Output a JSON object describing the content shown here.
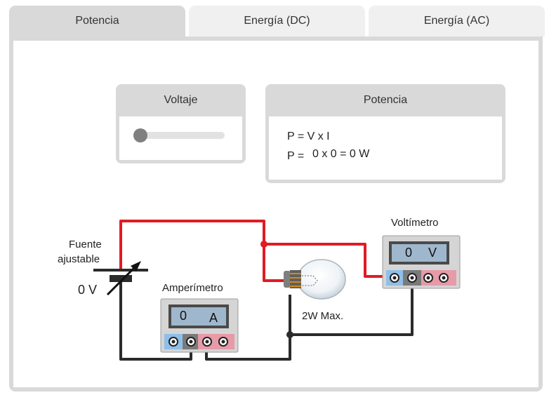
{
  "tabs": [
    {
      "label": "Potencia",
      "active": true
    },
    {
      "label": "Energía (DC)",
      "active": false
    },
    {
      "label": "Energía (AC)",
      "active": false
    }
  ],
  "voltage_card": {
    "title": "Voltaje",
    "slider_value": 0
  },
  "power_card": {
    "title": "Potencia",
    "line1": "P = V x I",
    "line2_prefix": "P =",
    "line2_value": "0 x 0 = 0 W"
  },
  "circuit": {
    "source_label_line1": "Fuente",
    "source_label_line2": "ajustable",
    "source_voltage": "0 V",
    "ammeter_label": "Amperímetro",
    "ammeter_value": "0",
    "ammeter_unit": "A",
    "voltmeter_label": "Voltímetro",
    "voltmeter_value": "0",
    "voltmeter_unit": "V",
    "bulb_label": "2W Max."
  },
  "colors": {
    "panel_gray": "#d9d9d9",
    "wire_red": "#e01b24",
    "wire_black": "#2b2b2b",
    "display_blue": "#9fb7cc",
    "terminal_blue": "#8fbfe8",
    "terminal_pink": "#e79aa8"
  }
}
